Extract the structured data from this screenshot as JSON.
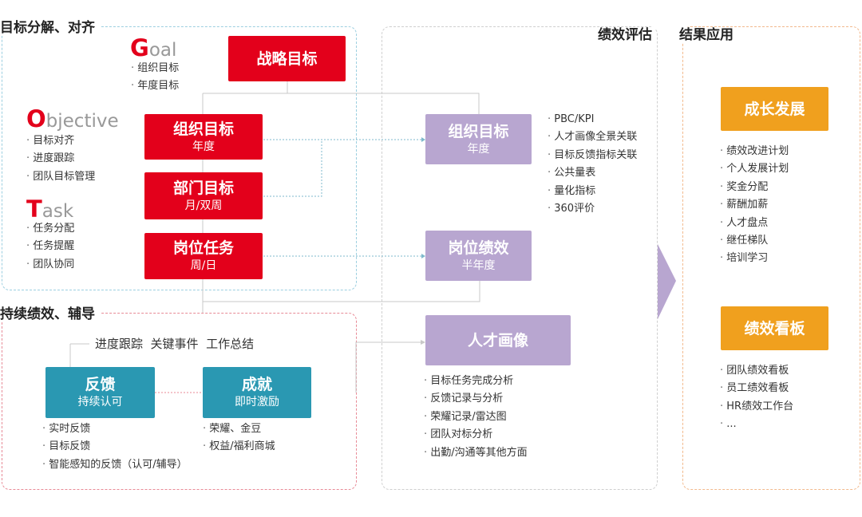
{
  "sections": {
    "goal_align": "目标分解、对齐",
    "continuous": "持续绩效、辅导",
    "evaluation": "绩效评估",
    "application": "结果应用"
  },
  "okr": {
    "goal": {
      "letter": "G",
      "rest": "oal",
      "items": [
        "组织目标",
        "年度目标"
      ]
    },
    "objective": {
      "letter": "O",
      "rest": "bjective",
      "items": [
        "目标对齐",
        "进度跟踪",
        "团队目标管理"
      ]
    },
    "task": {
      "letter": "T",
      "rest": "ask",
      "items": [
        "任务分配",
        "任务提醒",
        "团队协同"
      ]
    }
  },
  "red_boxes": {
    "strategy": {
      "title": "战略目标"
    },
    "org": {
      "title": "组织目标",
      "sub": "年度"
    },
    "dept": {
      "title": "部门目标",
      "sub": "月/双周"
    },
    "post": {
      "title": "岗位任务",
      "sub": "周/日"
    }
  },
  "continuous": {
    "header_text": "进度跟踪  关键事件  工作总结",
    "feedback": {
      "title": "反馈",
      "sub": "持续认可",
      "items": [
        "实时反馈",
        "目标反馈",
        "智能感知的反馈（认可/辅导）"
      ]
    },
    "achievement": {
      "title": "成就",
      "sub": "即时激励",
      "items": [
        "荣耀、金豆",
        "权益/福利商城"
      ]
    }
  },
  "evaluation": {
    "org_goal": {
      "title": "组织目标",
      "sub": "年度",
      "items": [
        "PBC/KPI",
        "人才画像全景关联",
        "目标反馈指标关联",
        "公共量表",
        "量化指标",
        "360评价"
      ]
    },
    "post_perf": {
      "title": "岗位绩效",
      "sub": "半年度"
    },
    "talent": {
      "title": "人才画像",
      "items": [
        "目标任务完成分析",
        "反馈记录与分析",
        "荣耀记录/雷达图",
        "团队对标分析",
        "出勤/沟通等其他方面"
      ]
    }
  },
  "application": {
    "growth": {
      "title": "成长发展",
      "items": [
        "绩效改进计划",
        "个人发展计划",
        "奖金分配",
        "薪酬加薪",
        "人才盘点",
        "继任梯队",
        "培训学习"
      ]
    },
    "board": {
      "title": "绩效看板",
      "items": [
        "团队绩效看板",
        "员工绩效看板",
        "HR绩效工作台",
        "..."
      ]
    }
  },
  "colors": {
    "red": "#e3001b",
    "purple": "#b8a6d0",
    "teal": "#2a98b2",
    "orange": "#f0a01e"
  }
}
